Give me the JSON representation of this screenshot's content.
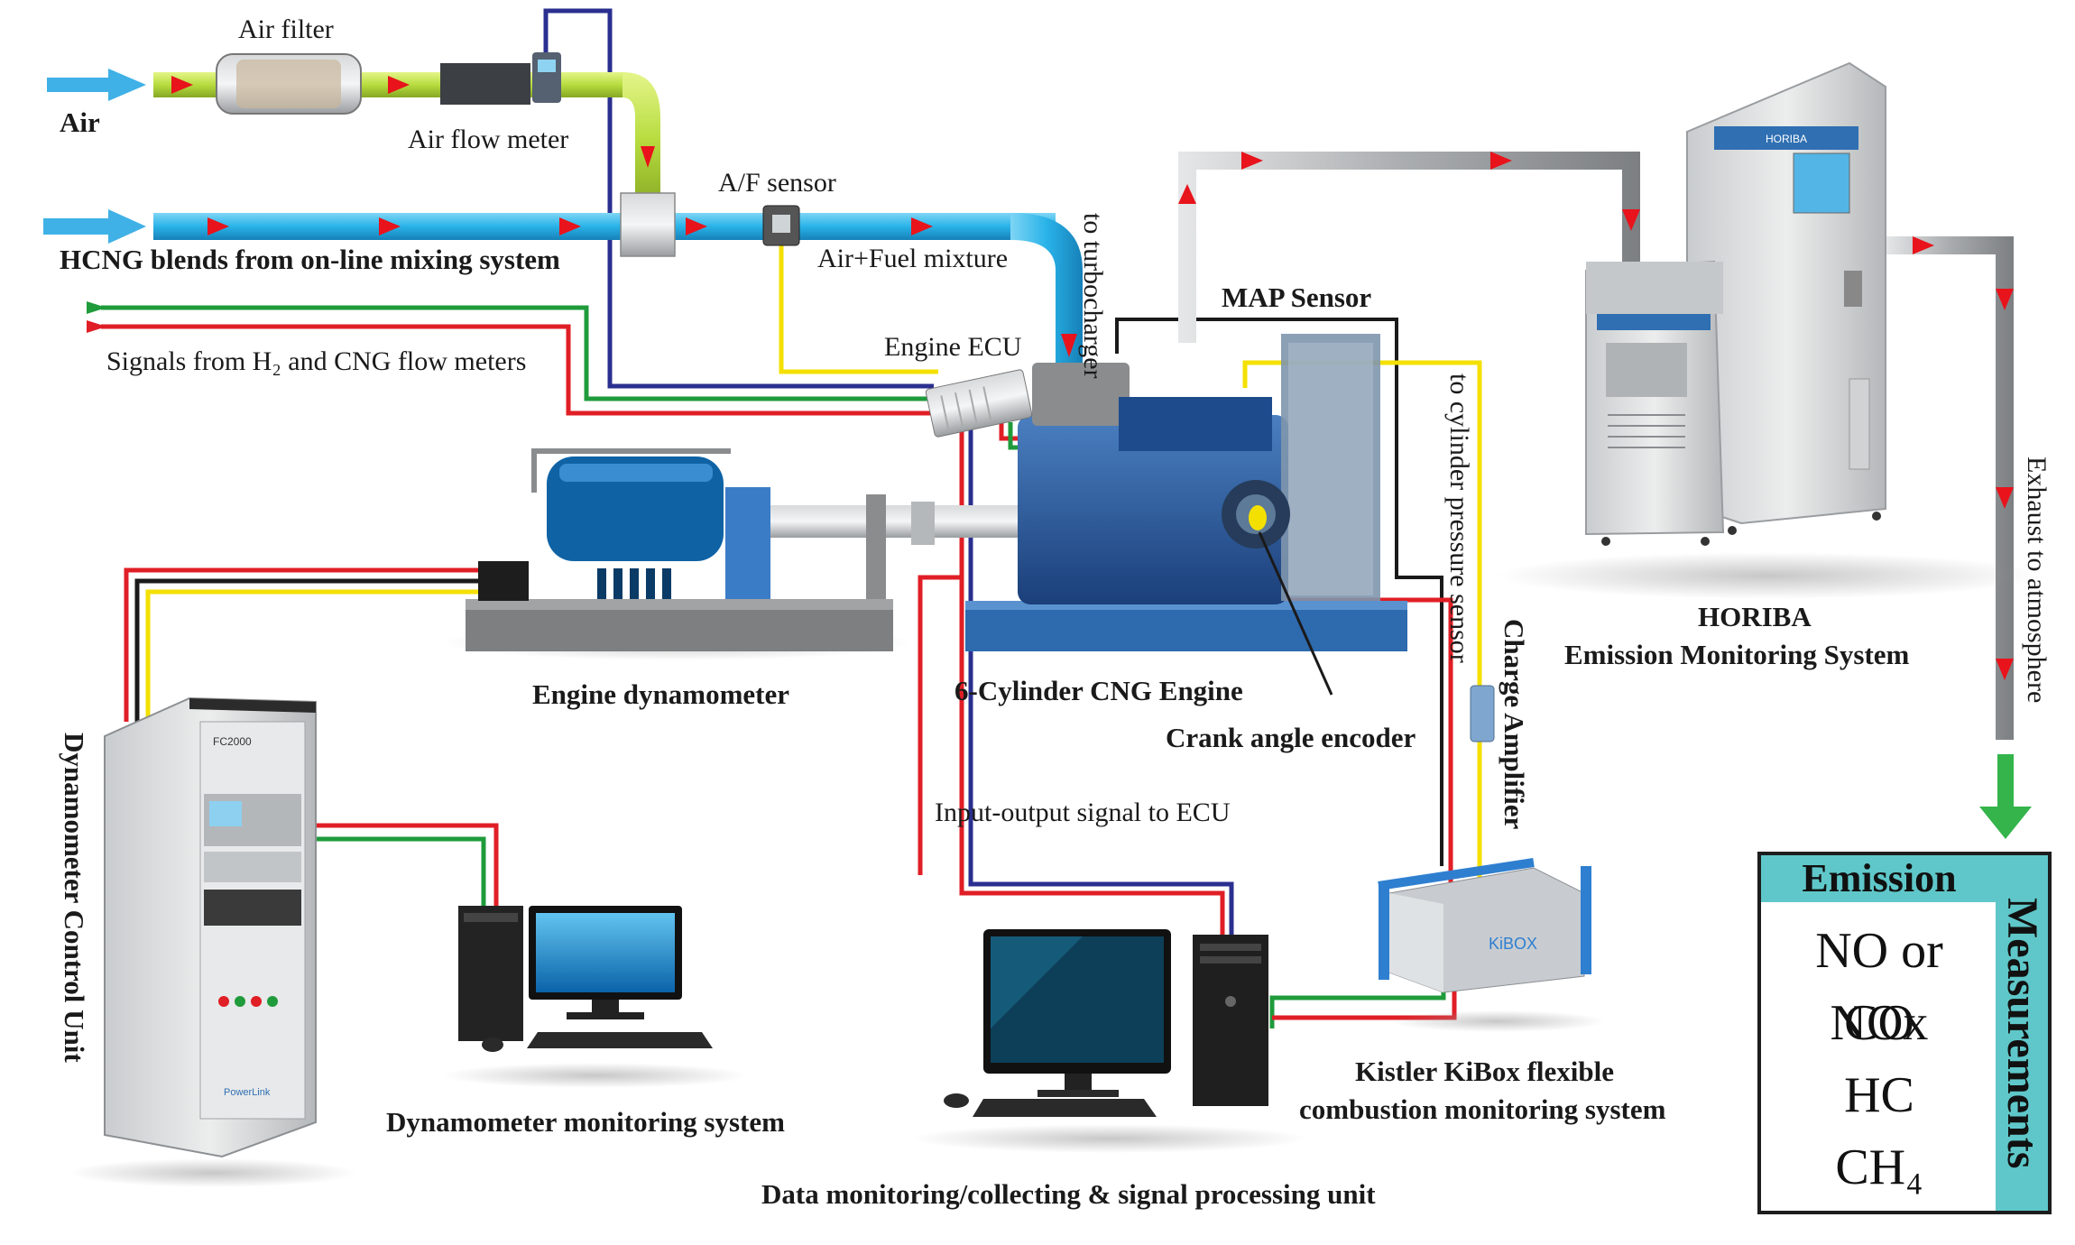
{
  "labels": {
    "air": "Air",
    "air_filter": "Air filter",
    "air_flow_meter": "Air flow meter",
    "af_sensor": "A/F sensor",
    "hcng": "HCNG blends from on-line mixing system",
    "air_fuel": "Air+Fuel mixture",
    "to_turbo": "to turbocharger",
    "signals": "Signals from H₂ and CNG flow meters",
    "engine_ecu": "Engine ECU",
    "map_sensor": "MAP Sensor",
    "to_cyl": "to cylinder pressure sensor",
    "charge_amp": "Charge Amplifier",
    "engine_dyno": "Engine dynamometer",
    "engine": "6-Cylinder CNG Engine",
    "crank": "Crank angle encoder",
    "horiba_1": "HORIBA",
    "horiba_2": "Emission Monitoring System",
    "exhaust": "Exhaust to atmosphere",
    "dcu": "Dynamometer Control Unit",
    "io_signal": "Input-output signal to ECU",
    "dyno_mon": "Dynamometer monitoring system",
    "kibox_1": "Kistler KiBox flexible",
    "kibox_2": "combustion monitoring system",
    "data_unit": "Data monitoring/collecting & signal processing unit",
    "cabinet_model": "FC2000",
    "cabinet_brand": "PowerLink",
    "kibox_brand": "KiBOX"
  },
  "emission": {
    "header": "Emission",
    "side": "Measurements",
    "items": [
      "NO or NOx",
      "CO",
      "HC",
      "CH₄"
    ]
  },
  "colors": {
    "pipe_blue": "#29b3e8",
    "pipe_green": "#b7dc3f",
    "pipe_grey": "#a9acae",
    "flow_arrow": "#e8131b",
    "wire_red": "#e01e25",
    "wire_green": "#1f9b3b",
    "wire_yellow": "#f4e000",
    "wire_navy": "#2a2f8f",
    "wire_black": "#1a1a1a",
    "emission_teal": "#5fc7c9"
  }
}
